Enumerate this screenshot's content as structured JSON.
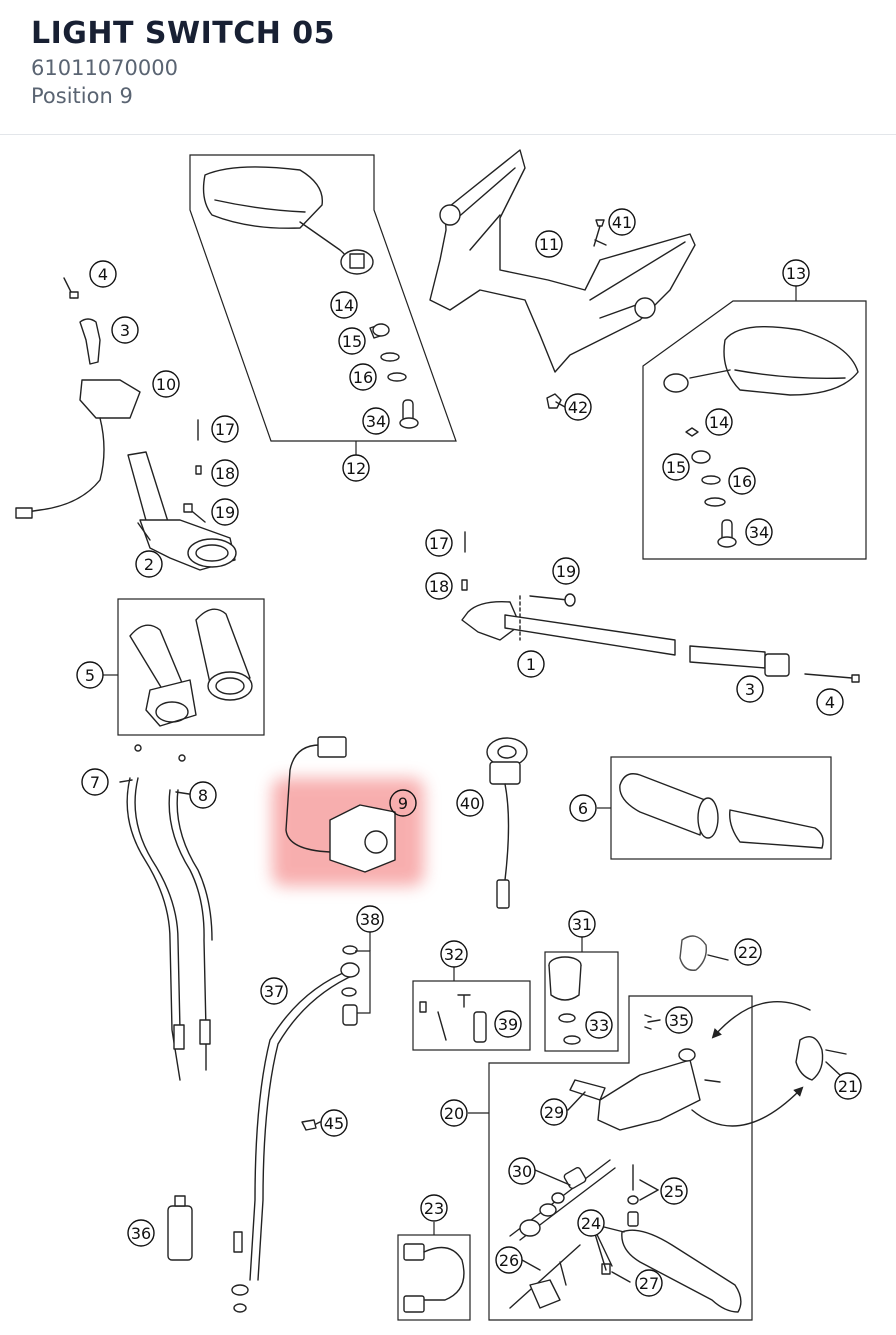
{
  "header": {
    "title": "LIGHT SWITCH 05",
    "part_number": "61011070000",
    "position": "Position 9"
  },
  "highlight": {
    "callout": "9",
    "color": "#f26d6d"
  },
  "callouts": [
    {
      "id": "c4a",
      "label": "4"
    },
    {
      "id": "c3a",
      "label": "3"
    },
    {
      "id": "c10",
      "label": "10"
    },
    {
      "id": "c17a",
      "label": "17"
    },
    {
      "id": "c18a",
      "label": "18"
    },
    {
      "id": "c19a",
      "label": "19"
    },
    {
      "id": "c2",
      "label": "2"
    },
    {
      "id": "c14a",
      "label": "14"
    },
    {
      "id": "c15a",
      "label": "15"
    },
    {
      "id": "c16a",
      "label": "16"
    },
    {
      "id": "c34a",
      "label": "34"
    },
    {
      "id": "c12",
      "label": "12"
    },
    {
      "id": "c11",
      "label": "11"
    },
    {
      "id": "c41",
      "label": "41"
    },
    {
      "id": "c42",
      "label": "42"
    },
    {
      "id": "c13",
      "label": "13"
    },
    {
      "id": "c14b",
      "label": "14"
    },
    {
      "id": "c15b",
      "label": "15"
    },
    {
      "id": "c16b",
      "label": "16"
    },
    {
      "id": "c34b",
      "label": "34"
    },
    {
      "id": "c17b",
      "label": "17"
    },
    {
      "id": "c18b",
      "label": "18"
    },
    {
      "id": "c19b",
      "label": "19"
    },
    {
      "id": "c1",
      "label": "1"
    },
    {
      "id": "c3b",
      "label": "3"
    },
    {
      "id": "c4b",
      "label": "4"
    },
    {
      "id": "c5",
      "label": "5"
    },
    {
      "id": "c7",
      "label": "7"
    },
    {
      "id": "c8",
      "label": "8"
    },
    {
      "id": "c9",
      "label": "9"
    },
    {
      "id": "c40",
      "label": "40"
    },
    {
      "id": "c6",
      "label": "6"
    },
    {
      "id": "c38",
      "label": "38"
    },
    {
      "id": "c37",
      "label": "37"
    },
    {
      "id": "c32",
      "label": "32"
    },
    {
      "id": "c39",
      "label": "39"
    },
    {
      "id": "c31",
      "label": "31"
    },
    {
      "id": "c33",
      "label": "33"
    },
    {
      "id": "c22",
      "label": "22"
    },
    {
      "id": "c35",
      "label": "35"
    },
    {
      "id": "c21",
      "label": "21"
    },
    {
      "id": "c20",
      "label": "20"
    },
    {
      "id": "c29",
      "label": "29"
    },
    {
      "id": "c45",
      "label": "45"
    },
    {
      "id": "c30",
      "label": "30"
    },
    {
      "id": "c25",
      "label": "25"
    },
    {
      "id": "c23",
      "label": "23"
    },
    {
      "id": "c24",
      "label": "24"
    },
    {
      "id": "c36",
      "label": "36"
    },
    {
      "id": "c26",
      "label": "26"
    },
    {
      "id": "c27",
      "label": "27"
    }
  ]
}
